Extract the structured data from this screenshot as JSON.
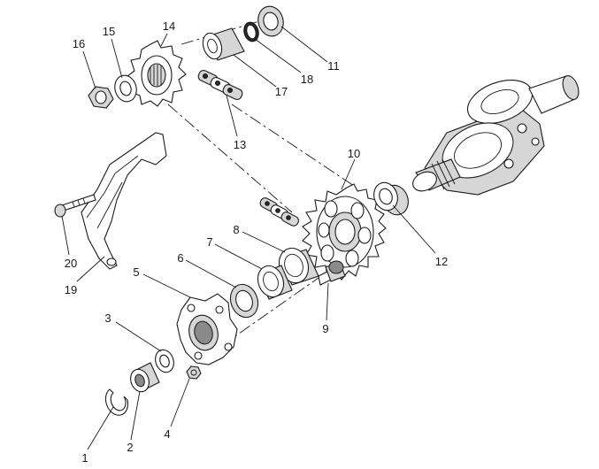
{
  "diagram": {
    "callouts": [
      {
        "key": "c1",
        "label": "1"
      },
      {
        "key": "c2",
        "label": "2"
      },
      {
        "key": "c3",
        "label": "3"
      },
      {
        "key": "c4",
        "label": "4"
      },
      {
        "key": "c5",
        "label": "5"
      },
      {
        "key": "c6",
        "label": "6"
      },
      {
        "key": "c7",
        "label": "7"
      },
      {
        "key": "c8",
        "label": "8"
      },
      {
        "key": "c9",
        "label": "9"
      },
      {
        "key": "c10",
        "label": "10"
      },
      {
        "key": "c11",
        "label": "11"
      },
      {
        "key": "c12",
        "label": "12"
      },
      {
        "key": "c13",
        "label": "13"
      },
      {
        "key": "c14",
        "label": "14"
      },
      {
        "key": "c15",
        "label": "15"
      },
      {
        "key": "c16",
        "label": "16"
      },
      {
        "key": "c17",
        "label": "17"
      },
      {
        "key": "c18",
        "label": "18"
      },
      {
        "key": "c19",
        "label": "19"
      },
      {
        "key": "c20",
        "label": "20"
      }
    ]
  }
}
